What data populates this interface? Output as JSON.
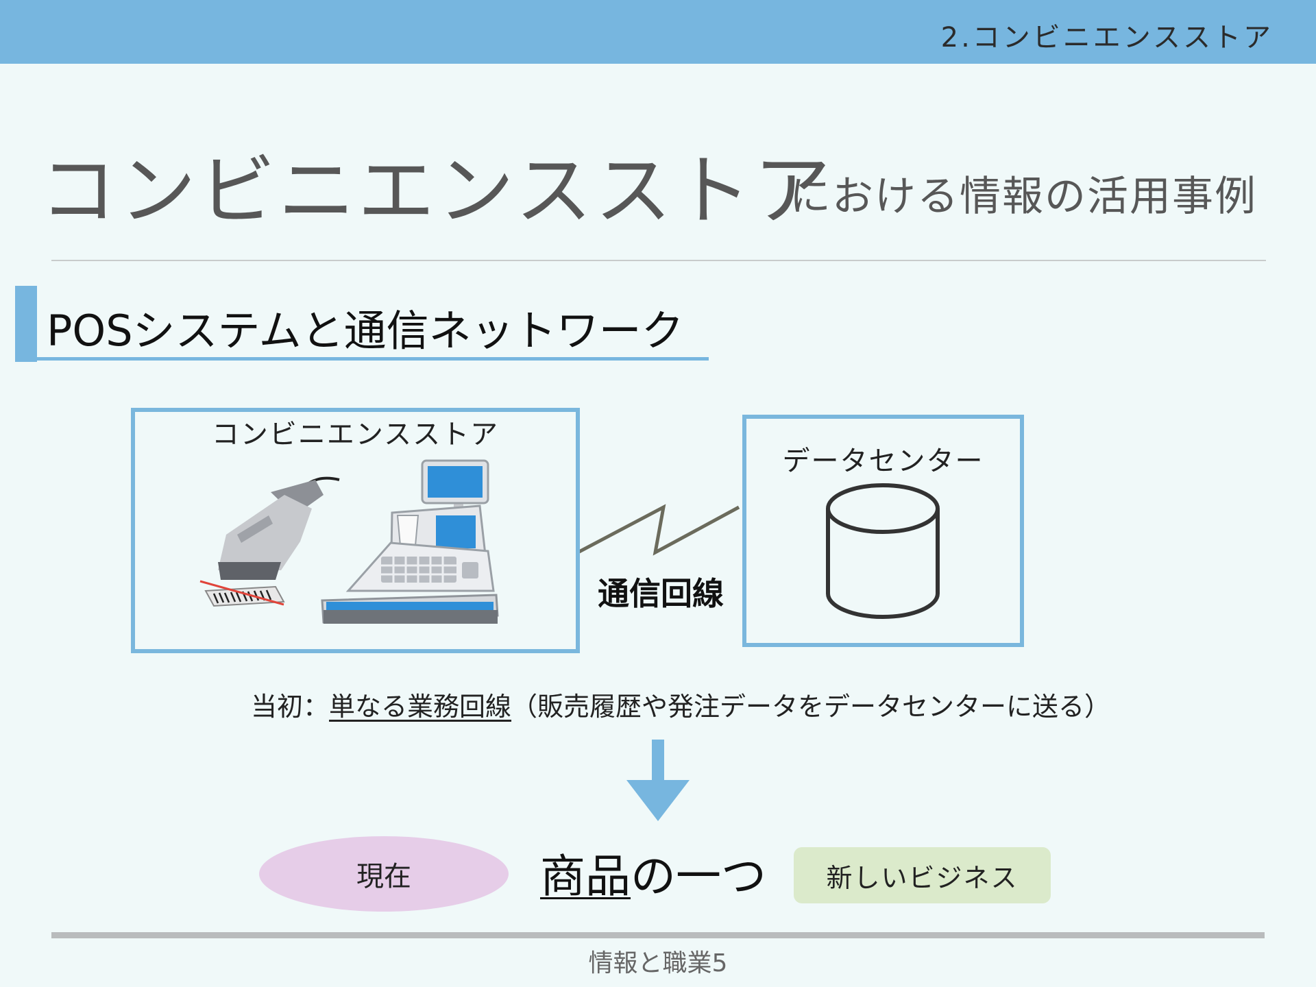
{
  "header": {
    "section": "2.コンビニエンスストア"
  },
  "title": {
    "main": "コンビニエンスストア",
    "sub": "における情報の活用事例"
  },
  "heading": "POSシステムと通信ネットワーク",
  "diagram": {
    "store_label": "コンビニエンスストア",
    "datacenter_label": "データセンター",
    "line_label": "通信回線"
  },
  "note": {
    "prefix": "当初：",
    "underlined": "単なる業務回線",
    "suffix": "（販売履歴や発注データをデータセンターに送る）"
  },
  "result": {
    "now_label": "現在",
    "product_underlined": "商品",
    "product_rest": "の一つ",
    "newbiz_label": "新しいビジネス"
  },
  "footer": "情報と職業5",
  "colors": {
    "accent_blue": "#77b6df",
    "box_border": "#7ab7dd",
    "ellipse_fill": "#e6cde8",
    "newbiz_fill": "#dbeacb",
    "background": "#f0f9f9"
  },
  "icons": [
    "barcode-scanner-icon",
    "barcode-icon",
    "cash-register-icon",
    "database-cylinder-icon",
    "down-arrow-icon"
  ]
}
